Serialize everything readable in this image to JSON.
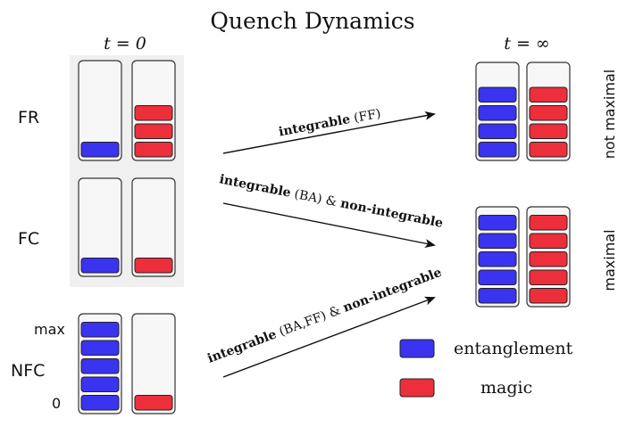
{
  "title": "Quench Dynamics",
  "time_labels": {
    "initial": "t = 0",
    "final": "t = ∞"
  },
  "initial_states": [
    {
      "label": "FR",
      "entanglement_level": 1,
      "magic_level": 3
    },
    {
      "label": "FC",
      "entanglement_level": 1,
      "magic_level": 1
    },
    {
      "label": "NFC",
      "entanglement_level": 5,
      "magic_level": 1
    }
  ],
  "scale": {
    "max": "max",
    "min": "0",
    "capacity": 5
  },
  "final_states": [
    {
      "label": "not maximal",
      "entanglement_level": 4,
      "magic_level": 4
    },
    {
      "label": "maximal",
      "entanglement_level": 5,
      "magic_level": 5
    }
  ],
  "arrows": [
    {
      "bold": "integrable",
      "normal": " (FF)",
      "bold2": ""
    },
    {
      "bold": "integrable",
      "normal": " (BA) & ",
      "bold2": "non-integrable"
    },
    {
      "bold": "integrable",
      "normal": " (BA,FF) & ",
      "bold2": "non-integrable"
    }
  ],
  "legend": [
    {
      "name": "entanglement",
      "color": "#3a33f0"
    },
    {
      "name": "magic",
      "color": "#ec2f3a"
    }
  ],
  "colors": {
    "panel": "#f0f0f0",
    "box_border": "#333333",
    "box_fill": "#f7f7f7"
  }
}
